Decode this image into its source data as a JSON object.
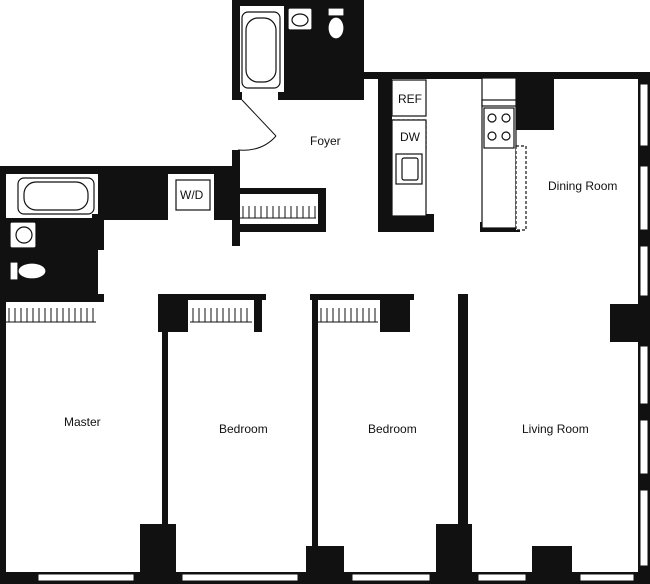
{
  "floorplan": {
    "rooms": {
      "foyer": "Foyer",
      "dining_room": "Dining Room",
      "master": "Master",
      "bedroom_1": "Bedroom",
      "bedroom_2": "Bedroom",
      "living_room": "Living Room"
    },
    "fixtures": {
      "refrigerator": "REF",
      "dishwasher": "DW",
      "washer_dryer": "W/D"
    },
    "colors": {
      "wall": "#111111",
      "background": "#ffffff"
    }
  }
}
